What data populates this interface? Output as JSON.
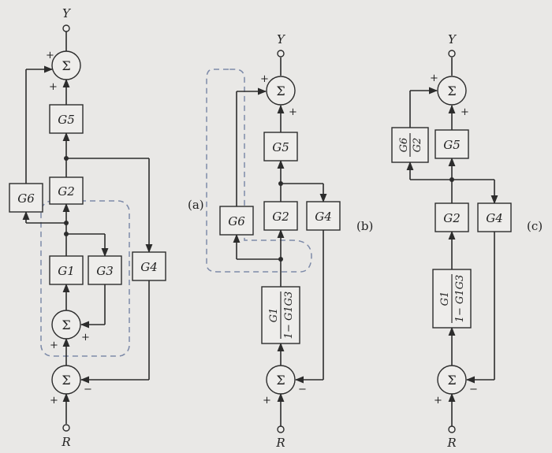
{
  "captions": {
    "a": "(a)",
    "b": "(b)",
    "c": "(c)"
  },
  "signals": {
    "input": "R",
    "output": "Y"
  },
  "summing_symbol": "Σ",
  "signs": {
    "plus": "+",
    "minus": "−"
  },
  "blocks": {
    "g1": "G1",
    "g2": "G2",
    "g3": "G3",
    "g4": "G4",
    "g5": "G5",
    "g6": "G6"
  },
  "fractions": {
    "b_combined": {
      "num": "G1",
      "den": "1− G1G3"
    },
    "c_combined": {
      "num": "G1",
      "den": "1− G1G3"
    },
    "c_g6_over_g2": {
      "num": "G6",
      "den": "G2"
    }
  },
  "colors": {
    "ink": "#2c2c2c",
    "dashed_outline": "#7d8aa8",
    "paper": "#e9e8e6"
  }
}
